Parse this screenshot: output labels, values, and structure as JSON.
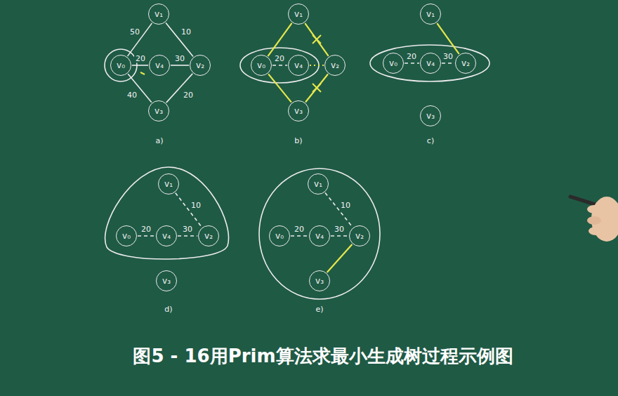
{
  "diagram": {
    "caption": "图5 - 16用Prim算法求最小生成树过程示例图",
    "nodes": [
      {
        "text": [
          "v₁"
        ]
      },
      {
        "text": [
          "v₀"
        ]
      },
      {
        "text": [
          "v₄"
        ]
      },
      {
        "text": [
          "v₂"
        ]
      },
      {
        "text": [
          "v₃"
        ]
      },
      {
        "text": [
          "v₁"
        ]
      },
      {
        "text": [
          "v₀"
        ]
      },
      {
        "text": [
          "v₄"
        ]
      },
      {
        "text": [
          "v₂"
        ]
      },
      {
        "text": [
          "v₃"
        ]
      },
      {
        "text": [
          "v₁"
        ]
      },
      {
        "text": [
          "v₀"
        ]
      },
      {
        "text": [
          "v₄"
        ]
      },
      {
        "text": [
          "v₂"
        ]
      },
      {
        "text": [
          "v₃"
        ]
      },
      {
        "text": [
          "v₁"
        ]
      },
      {
        "text": [
          "v₀"
        ]
      },
      {
        "text": [
          "v₄"
        ]
      },
      {
        "text": [
          "v₂"
        ]
      },
      {
        "text": [
          "v₃"
        ]
      },
      {
        "text": [
          "v₁"
        ]
      },
      {
        "text": [
          "v₀"
        ]
      },
      {
        "text": [
          "v₄"
        ]
      },
      {
        "text": [
          "v₂"
        ]
      },
      {
        "text": [
          "v₃"
        ]
      }
    ],
    "edges": [
      {
        "from": 0,
        "to": 1,
        "arrow": "none",
        "label": "50"
      },
      {
        "from": 0,
        "to": 3,
        "arrow": "none",
        "label": "10"
      },
      {
        "from": 1,
        "to": 2,
        "arrow": "none",
        "label": "20"
      },
      {
        "from": 2,
        "to": 3,
        "arrow": "none",
        "label": "30"
      },
      {
        "from": 1,
        "to": 4,
        "arrow": "none",
        "label": "40"
      },
      {
        "from": 4,
        "to": 3,
        "arrow": "none",
        "label": "20"
      },
      {
        "from": 5,
        "to": 6,
        "arrow": "none"
      },
      {
        "from": 5,
        "to": 8,
        "arrow": "none"
      },
      {
        "from": 6,
        "to": 7,
        "arrow": "none",
        "label": "20"
      },
      {
        "from": 7,
        "to": 8,
        "arrow": "none"
      },
      {
        "from": 6,
        "to": 9,
        "arrow": "none"
      },
      {
        "from": 9,
        "to": 8,
        "arrow": "none"
      },
      {
        "from": 10,
        "to": 13,
        "arrow": "none"
      },
      {
        "from": 11,
        "to": 12,
        "arrow": "none",
        "label": "20"
      },
      {
        "from": 12,
        "to": 13,
        "arrow": "none",
        "label": "30"
      },
      {
        "from": 15,
        "to": 18,
        "arrow": "none",
        "label": "10"
      },
      {
        "from": 16,
        "to": 17,
        "arrow": "none",
        "label": "20"
      },
      {
        "from": 17,
        "to": 18,
        "arrow": "none",
        "label": "30"
      },
      {
        "from": 20,
        "to": 23,
        "arrow": "none",
        "label": "10"
      },
      {
        "from": 21,
        "to": 22,
        "arrow": "none",
        "label": "20"
      },
      {
        "from": 22,
        "to": 23,
        "arrow": "none",
        "label": "30"
      },
      {
        "from": 24,
        "to": 23,
        "arrow": "none"
      }
    ],
    "labels": [
      "a)",
      "b)",
      "c)",
      "d)",
      "e)"
    ]
  }
}
